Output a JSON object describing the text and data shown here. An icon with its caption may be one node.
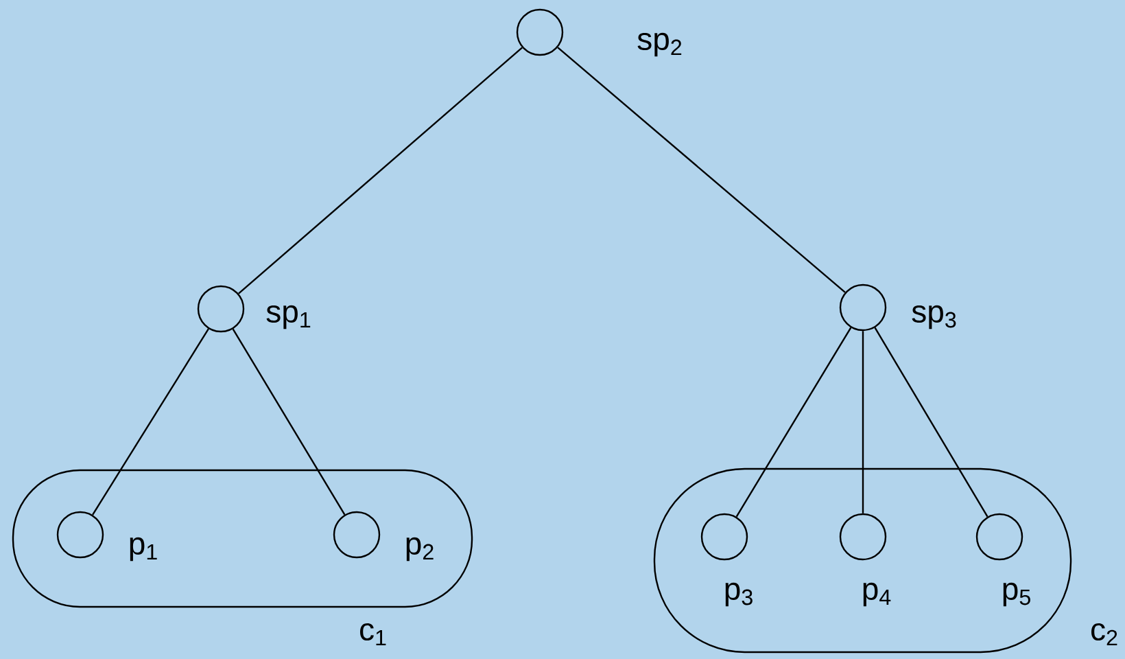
{
  "diagram": {
    "nodes": [
      {
        "text": [],
        "shape": "circle",
        "beside": [
          "sp$_{2}$"
        ]
      },
      {
        "text": [],
        "shape": "circle",
        "beside": [
          "sp$_{1}$"
        ]
      },
      {
        "text": [],
        "shape": "circle",
        "beside": [
          "sp$_{3}$"
        ]
      },
      {
        "text": [
          "c$_{1}$"
        ]
      },
      {
        "text": [],
        "shape": "circle",
        "beside": [
          "p$_{1}$"
        ],
        "in": 3
      },
      {
        "text": [],
        "shape": "circle",
        "beside": [
          "p$_{2}$"
        ],
        "in": 3
      },
      {
        "text": [
          "c$_{2}$"
        ]
      },
      {
        "text": [],
        "shape": "circle",
        "beside": [
          "p$_{3}$"
        ],
        "in": 6
      },
      {
        "text": [],
        "shape": "circle",
        "beside": [
          "p$_{4}$"
        ],
        "in": 6
      },
      {
        "text": [],
        "shape": "circle",
        "beside": [
          "p$_{5}$"
        ],
        "in": 6
      }
    ],
    "edges": [
      {
        "from": 0,
        "to": 1,
        "arrow": "none"
      },
      {
        "from": 0,
        "to": 2,
        "arrow": "none"
      },
      {
        "from": 1,
        "to": 4,
        "arrow": "none"
      },
      {
        "from": 1,
        "to": 5,
        "arrow": "none"
      },
      {
        "from": 2,
        "to": 7,
        "arrow": "none"
      },
      {
        "from": 2,
        "to": 8,
        "arrow": "none"
      },
      {
        "from": 2,
        "to": 9,
        "arrow": "none"
      }
    ]
  }
}
